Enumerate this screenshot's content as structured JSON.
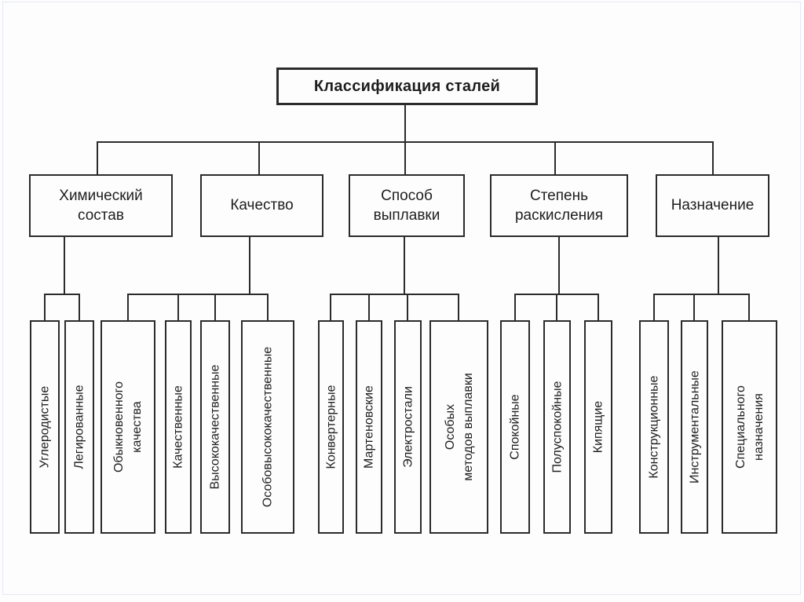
{
  "title": "Классификация сталей",
  "categories": [
    {
      "label": "Химический\nсостав",
      "children": [
        "Углеродистые",
        "Легированные"
      ]
    },
    {
      "label": "Качество",
      "children": [
        "Обыкновенного\nкачества",
        "Качественные",
        "Высококачественные",
        "Особовысококачественные"
      ]
    },
    {
      "label": "Способ\nвыплавки",
      "children": [
        "Конвертерные",
        "Мартеновские",
        "Электростали",
        "Особых\nметодов выплавки"
      ]
    },
    {
      "label": "Степень\nраскисления",
      "children": [
        "Спокойные",
        "Полуспокойные",
        "Кипящие"
      ]
    },
    {
      "label": "Назначение",
      "children": [
        "Конструкционные",
        "Инструментальные",
        "Специального\nназначения"
      ]
    }
  ],
  "colors": {
    "line": "#2b2b2b",
    "box_border": "#2b2b2b",
    "background": "#fdfdfd",
    "frame": "#e4e9f1"
  }
}
